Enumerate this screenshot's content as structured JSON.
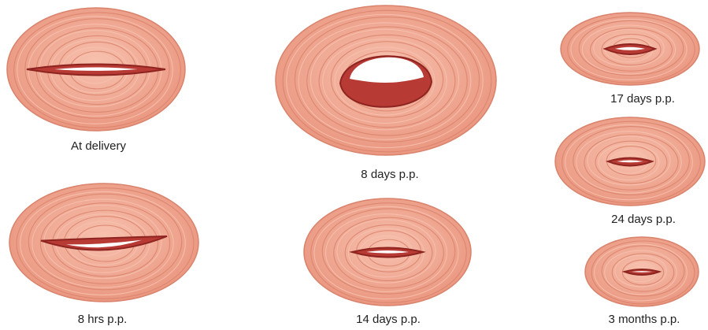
{
  "figure": {
    "colors": {
      "tissue": "#f0a48e",
      "tissue_light": "#f7c2af",
      "tissue_line": "#d9826c",
      "os_tissue": "#b83a34",
      "os_dark": "#8e2420",
      "os_opening": "#ffffff"
    },
    "stages": [
      {
        "label": "At delivery"
      },
      {
        "label": "8 hrs p.p."
      },
      {
        "label": "8 days p.p."
      },
      {
        "label": "14 days p.p."
      },
      {
        "label": "17 days p.p."
      },
      {
        "label": "24 days p.p."
      },
      {
        "label": "3 months p.p."
      }
    ]
  }
}
